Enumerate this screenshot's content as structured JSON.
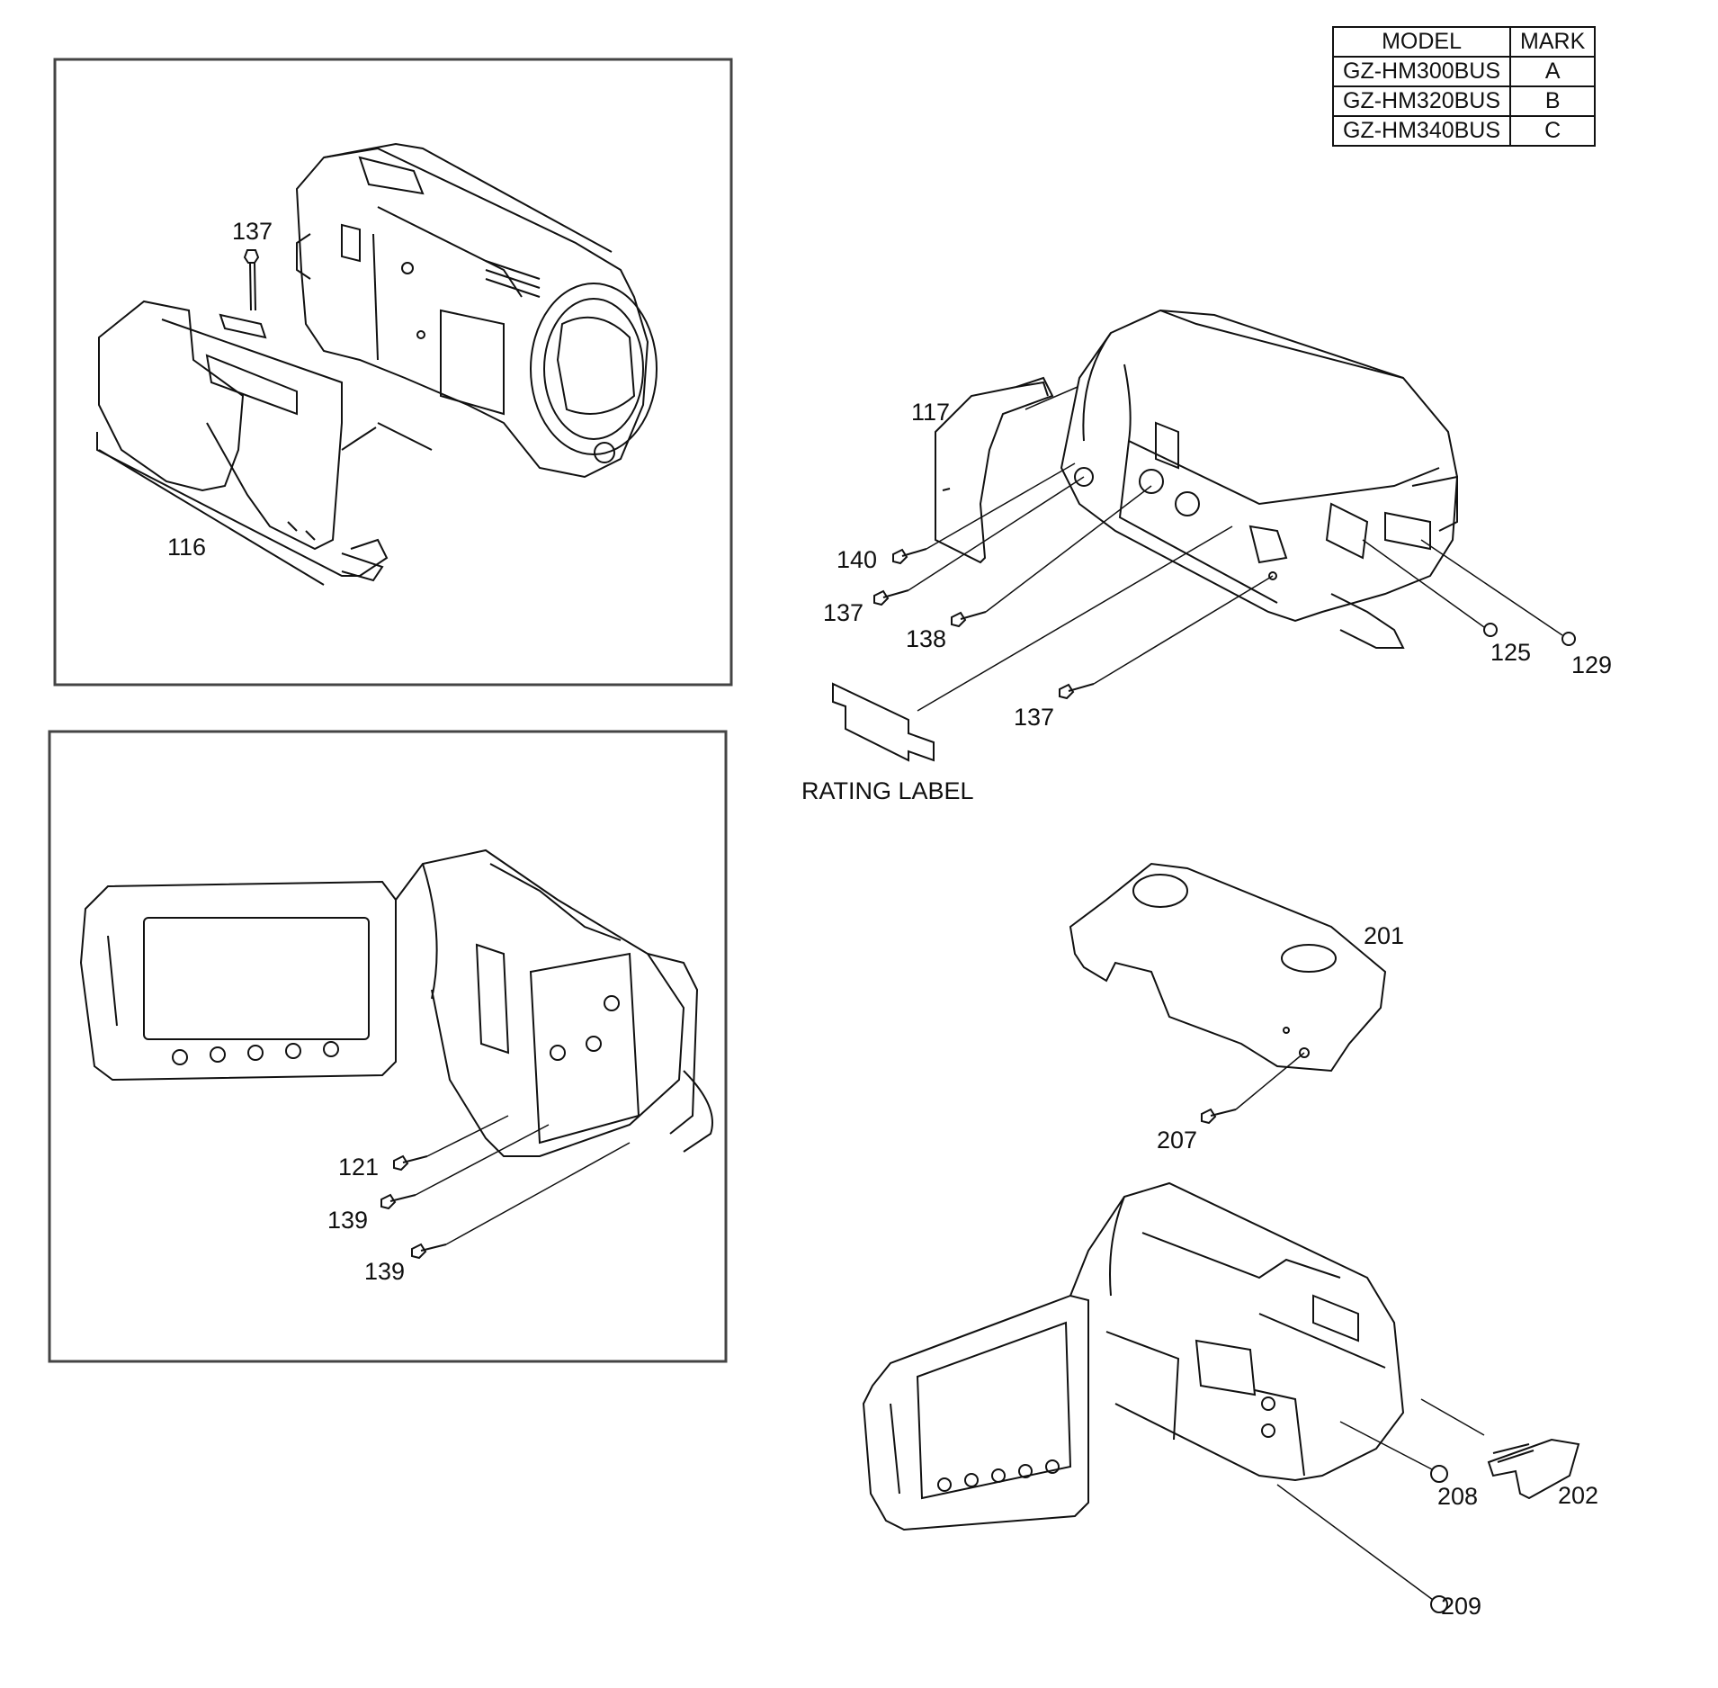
{
  "model_table": {
    "headers": [
      "MODEL",
      "MARK"
    ],
    "rows": [
      {
        "model": "GZ-HM300BUS",
        "mark": "A"
      },
      {
        "model": "GZ-HM320BUS",
        "mark": "B"
      },
      {
        "model": "GZ-HM340BUS",
        "mark": "C"
      }
    ]
  },
  "labels": {
    "p137_top": "137",
    "p116": "116",
    "p117": "117",
    "p140": "140",
    "p137_a": "137",
    "p138": "138",
    "p125": "125",
    "p129": "129",
    "p137_b": "137",
    "rating_label": "RATING LABEL",
    "p121": "121",
    "p139_a": "139",
    "p139_b": "139",
    "p201": "201",
    "p207": "207",
    "p208": "208",
    "p202": "202",
    "p209": "209"
  }
}
